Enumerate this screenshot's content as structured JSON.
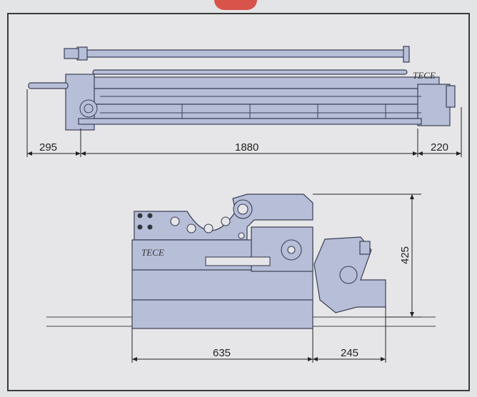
{
  "top_view": {
    "dim_left": "295",
    "dim_main": "1880",
    "dim_right": "220",
    "logo_text": "TECE"
  },
  "side_view": {
    "dim_base": "635",
    "dim_extension": "245",
    "dim_height": "425",
    "logo_text": "TECE"
  },
  "colors": {
    "machine_fill": "#b7bed8",
    "machine_stroke": "#3c3f55",
    "background": "#e6e6e8",
    "accent_tab": "#d8534a"
  }
}
